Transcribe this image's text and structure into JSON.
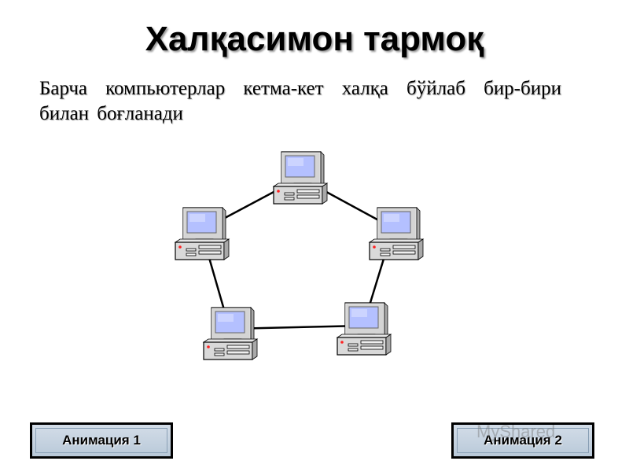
{
  "slide": {
    "title": "Халқасимон тармоқ",
    "description": "Барча компьютерлар кетма-кет халқа бўйлаб бир-бири билан боғланади"
  },
  "diagram": {
    "topology": "ring",
    "nodes": [
      "computer",
      "computer",
      "computer",
      "computer",
      "computer"
    ],
    "colors": {
      "monitor_body": "#d4d4d4",
      "screen": "#b4c0ff",
      "case": "#d9d9d9",
      "outline": "#000000",
      "led": "#ff2020"
    }
  },
  "buttons": {
    "animation1": "Анимация 1",
    "animation2": "Анимация 2"
  },
  "watermark": {
    "text": "MyShared"
  }
}
